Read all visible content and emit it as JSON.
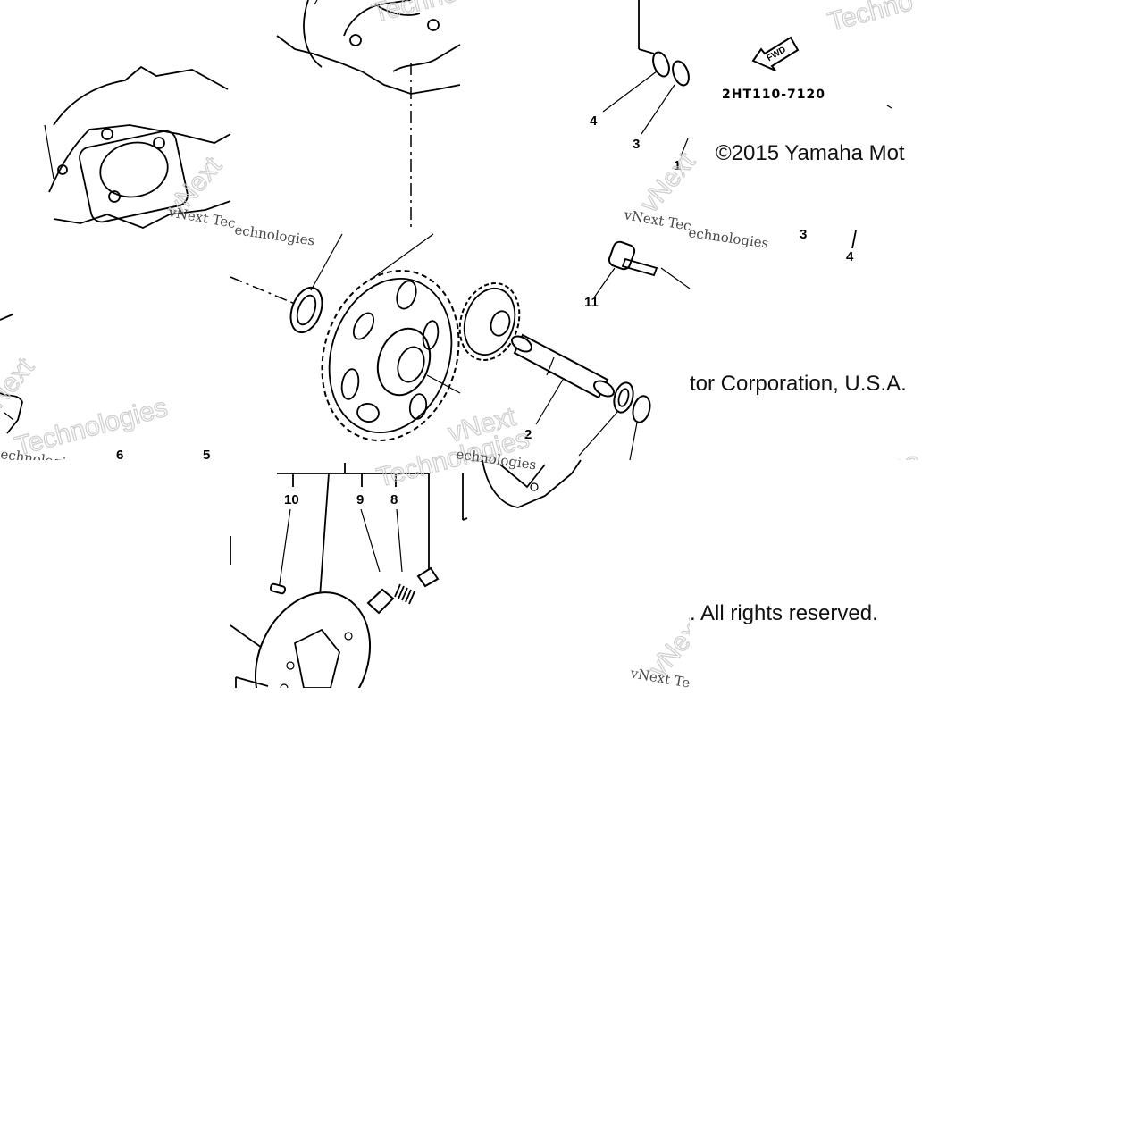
{
  "copyright": {
    "line1": "©2015 Yamaha Mot",
    "line2": "tor Corporation, U.S.A.",
    "line3": ". All rights reserved."
  },
  "part_number": "2HT110-7120",
  "fwd_label": "FWD",
  "watermarks": {
    "brand": "vNext Technologies",
    "tech": "Techno",
    "vnext_tec": "vNext Tec",
    "technologies": "Technologies",
    "vnext": "vNext",
    "technolo": "echnologies"
  },
  "callouts": {
    "c1": "1",
    "c2": "2",
    "c3": "3",
    "c4": "4",
    "c5": "5",
    "c6": "6",
    "c8": "8",
    "c9": "9",
    "c10": "10",
    "c11": "11",
    "c3b": "3",
    "c4b": "4"
  },
  "colors": {
    "line": "#000000",
    "watermark": "#c8c8c8",
    "background": "#ffffff"
  }
}
